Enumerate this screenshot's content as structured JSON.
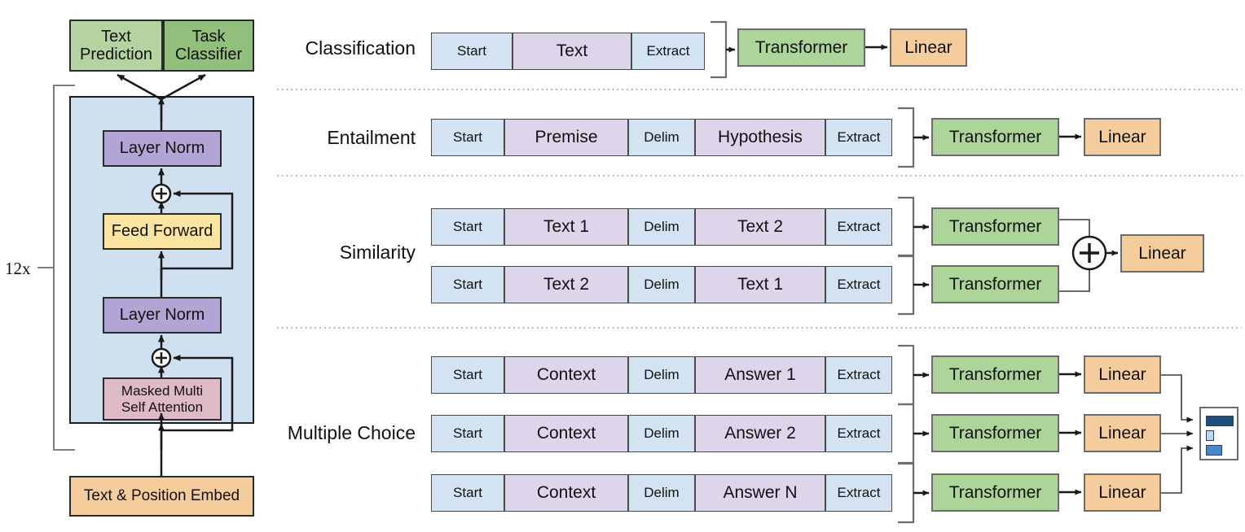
{
  "figure": {
    "left_column": {
      "repeat_label": "12x",
      "heads": [
        {
          "label": "Text\nPrediction",
          "color": "#b5d3a0"
        },
        {
          "label": "Task\nClassifier",
          "color": "#93bf7d"
        }
      ],
      "blocks": [
        {
          "label": "Layer Norm",
          "color": "#b2a4d4"
        },
        {
          "label": "Feed Forward",
          "color": "#fbe5a0"
        },
        {
          "label": "Layer Norm",
          "color": "#b2a4d4"
        },
        {
          "label": "Masked Multi\nSelf Attention",
          "color": "#debac9"
        }
      ],
      "embed": {
        "label": "Text & Position Embed",
        "color": "#f5cd9d"
      },
      "residual_symbol": "+",
      "panel_color": "#cfe0f0"
    },
    "tasks": [
      {
        "name": "Classification",
        "label": "Classification",
        "rows": [
          {
            "tokens": [
              {
                "text": "Start",
                "type": "special"
              },
              {
                "text": "Text",
                "type": "content"
              },
              {
                "text": "Extract",
                "type": "special"
              }
            ],
            "modules": [
              "Transformer",
              "Linear"
            ]
          }
        ]
      },
      {
        "name": "Entailment",
        "label": "Entailment",
        "rows": [
          {
            "tokens": [
              {
                "text": "Start",
                "type": "special"
              },
              {
                "text": "Premise",
                "type": "content"
              },
              {
                "text": "Delim",
                "type": "special"
              },
              {
                "text": "Hypothesis",
                "type": "content"
              },
              {
                "text": "Extract",
                "type": "special"
              }
            ],
            "modules": [
              "Transformer",
              "Linear"
            ]
          }
        ]
      },
      {
        "name": "Similarity",
        "label": "Similarity",
        "merge_symbol": "+",
        "output_module": "Linear",
        "rows": [
          {
            "tokens": [
              {
                "text": "Start",
                "type": "special"
              },
              {
                "text": "Text 1",
                "type": "content"
              },
              {
                "text": "Delim",
                "type": "special"
              },
              {
                "text": "Text 2",
                "type": "content"
              },
              {
                "text": "Extract",
                "type": "special"
              }
            ],
            "modules": [
              "Transformer"
            ]
          },
          {
            "tokens": [
              {
                "text": "Start",
                "type": "special"
              },
              {
                "text": "Text 2",
                "type": "content"
              },
              {
                "text": "Delim",
                "type": "special"
              },
              {
                "text": "Text 1",
                "type": "content"
              },
              {
                "text": "Extract",
                "type": "special"
              }
            ],
            "modules": [
              "Transformer"
            ]
          }
        ]
      },
      {
        "name": "Multiple Choice",
        "label": "Multiple Choice",
        "rows": [
          {
            "tokens": [
              {
                "text": "Start",
                "type": "special"
              },
              {
                "text": "Context",
                "type": "content"
              },
              {
                "text": "Delim",
                "type": "special"
              },
              {
                "text": "Answer 1",
                "type": "content"
              },
              {
                "text": "Extract",
                "type": "special"
              }
            ],
            "modules": [
              "Transformer",
              "Linear"
            ]
          },
          {
            "tokens": [
              {
                "text": "Start",
                "type": "special"
              },
              {
                "text": "Context",
                "type": "content"
              },
              {
                "text": "Delim",
                "type": "special"
              },
              {
                "text": "Answer 2",
                "type": "content"
              },
              {
                "text": "Extract",
                "type": "special"
              }
            ],
            "modules": [
              "Transformer",
              "Linear"
            ]
          },
          {
            "tokens": [
              {
                "text": "Start",
                "type": "special"
              },
              {
                "text": "Context",
                "type": "content"
              },
              {
                "text": "Delim",
                "type": "special"
              },
              {
                "text": "Answer N",
                "type": "content"
              },
              {
                "text": "Extract",
                "type": "special"
              }
            ],
            "modules": [
              "Transformer",
              "Linear"
            ]
          }
        ],
        "output_bars": [
          {
            "color": "#1f4e79",
            "relative_length": 1.0
          },
          {
            "color": "#bdd7ee",
            "relative_length": 0.18
          },
          {
            "color": "#4a86c8",
            "relative_length": 0.52
          }
        ]
      }
    ],
    "palette": {
      "token_special": "#d4e3f1",
      "token_content": "#ddd5ea",
      "transformer": "#add59a",
      "linear": "#f5cd9d",
      "panel": "#cfe0f0",
      "layer_norm": "#b2a4d4",
      "feed_forward": "#fbe5a0",
      "attention": "#debac9",
      "embed": "#f5cd9d",
      "head_text_prediction": "#b5d3a0",
      "head_task_classifier": "#93bf7d"
    }
  }
}
